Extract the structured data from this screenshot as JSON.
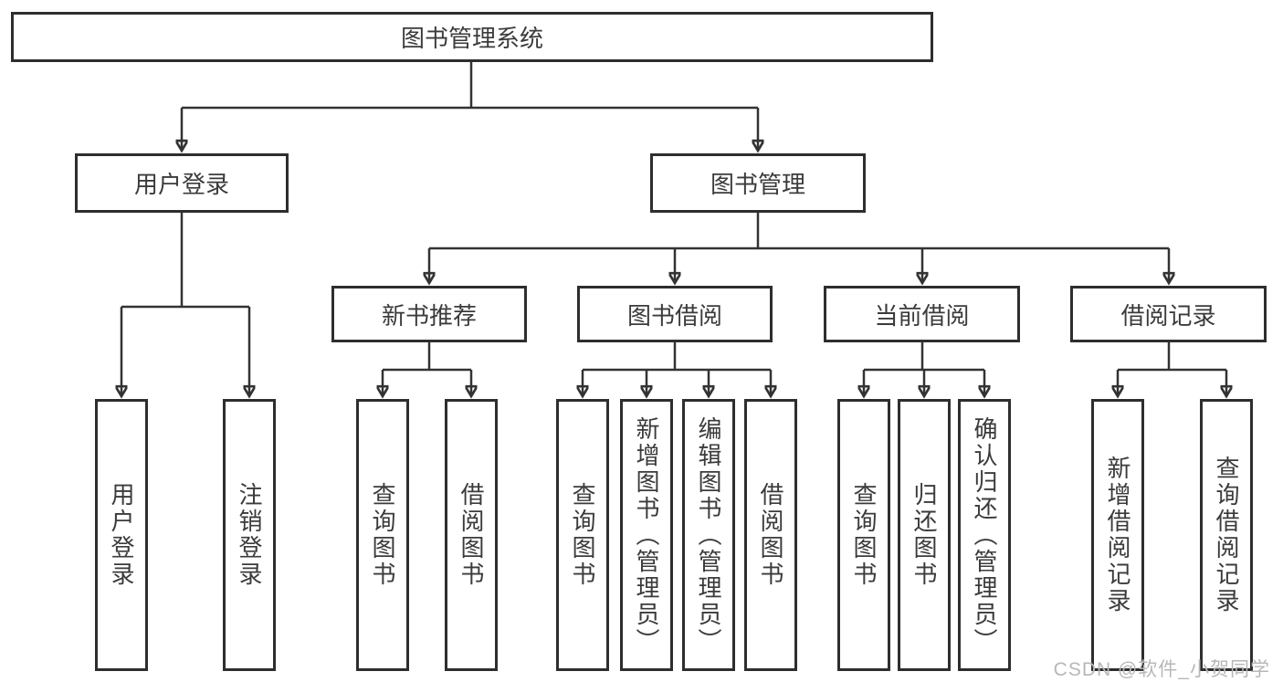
{
  "title": "图书管理系统",
  "watermark": "CSDN @软件_小贺同学",
  "colors": {
    "line": "#333333",
    "box_border": "#2e2e2e",
    "text": "#3b3b3b",
    "watermark": "#b7b7b7",
    "background": "#ffffff"
  },
  "tree": {
    "root": {
      "label": "图书管理系统",
      "children": [
        {
          "label": "用户登录",
          "children": [
            {
              "label": "用户登录"
            },
            {
              "label": "注销登录"
            }
          ]
        },
        {
          "label": "图书管理",
          "children": [
            {
              "label": "新书推荐",
              "children": [
                {
                  "label": "查询图书"
                },
                {
                  "label": "借阅图书"
                }
              ]
            },
            {
              "label": "图书借阅",
              "children": [
                {
                  "label": "查询图书"
                },
                {
                  "label": "新增图书（管理员）"
                },
                {
                  "label": "编辑图书（管理员）"
                },
                {
                  "label": "借阅图书"
                }
              ]
            },
            {
              "label": "当前借阅",
              "children": [
                {
                  "label": "查询图书"
                },
                {
                  "label": "归还图书"
                },
                {
                  "label": "确认归还（管理员）"
                }
              ]
            },
            {
              "label": "借阅记录",
              "children": [
                {
                  "label": "新增借阅记录"
                },
                {
                  "label": "查询借阅记录"
                }
              ]
            }
          ]
        }
      ]
    }
  }
}
